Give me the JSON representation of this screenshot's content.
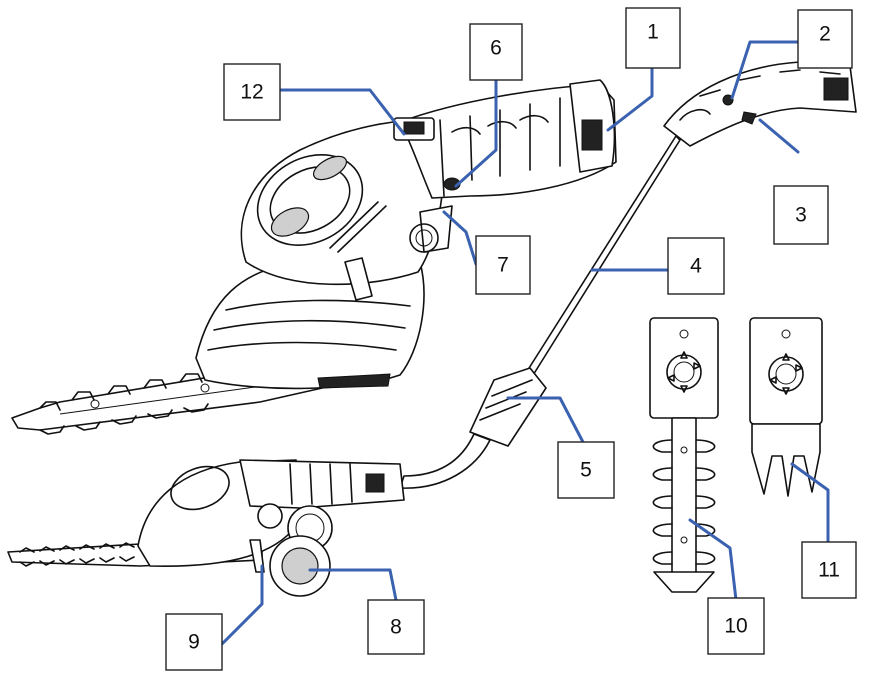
{
  "callouts": [
    {
      "id": "1",
      "label": "1"
    },
    {
      "id": "2",
      "label": "2"
    },
    {
      "id": "3",
      "label": "3"
    },
    {
      "id": "4",
      "label": "4"
    },
    {
      "id": "5",
      "label": "5"
    },
    {
      "id": "6",
      "label": "6"
    },
    {
      "id": "7",
      "label": "7"
    },
    {
      "id": "8",
      "label": "8"
    },
    {
      "id": "9",
      "label": "9"
    },
    {
      "id": "10",
      "label": "10"
    },
    {
      "id": "11",
      "label": "11"
    },
    {
      "id": "12",
      "label": "12"
    }
  ],
  "colors": {
    "leader_line": "#3a62b0",
    "outline": "#111111",
    "background": "#ffffff"
  }
}
